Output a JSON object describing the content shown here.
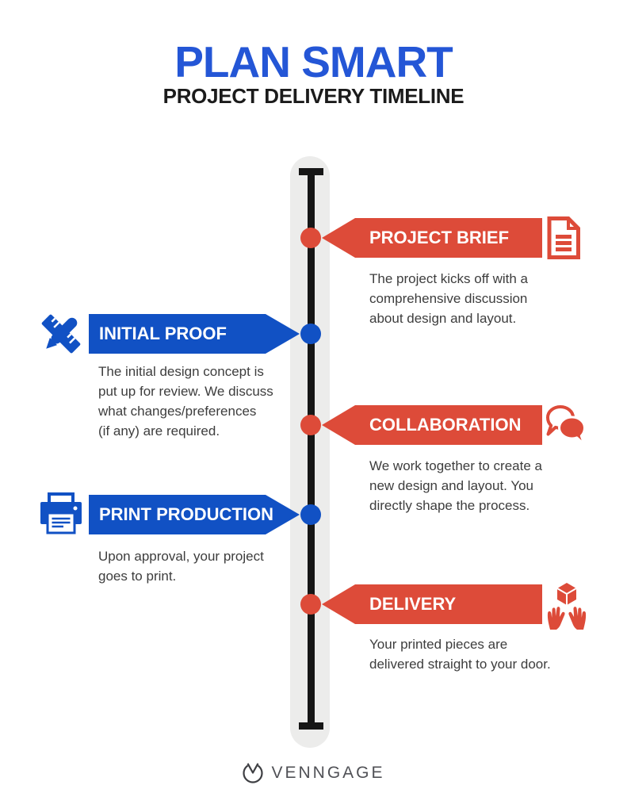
{
  "header": {
    "title": "PLAN SMART",
    "subtitle": "PROJECT DELIVERY TIMELINE"
  },
  "colors": {
    "title_blue": "#2456d6",
    "blue": "#1151c4",
    "red": "#dd4b39",
    "track": "#ececeb",
    "ink": "#161616",
    "body_text": "#3d3d3d"
  },
  "timeline": {
    "items": [
      {
        "id": "project-brief",
        "side": "right",
        "color": "red",
        "title": "PROJECT BRIEF",
        "description": "The project kicks off with a\ncomprehensive discussion\nabout design and layout.",
        "icon": "document-icon"
      },
      {
        "id": "initial-proof",
        "side": "left",
        "color": "blue",
        "title": "INITIAL PROOF",
        "description": "The initial design concept is\nput up for review. We discuss\nwhat changes/preferences\n(if any) are required.",
        "icon": "pencil-ruler-icon"
      },
      {
        "id": "collaboration",
        "side": "right",
        "color": "red",
        "title": "COLLABORATION",
        "description": "We work together to create a\nnew design and layout. You\ndirectly shape the process.",
        "icon": "speech-bubbles-icon"
      },
      {
        "id": "print-production",
        "side": "left",
        "color": "blue",
        "title": "PRINT PRODUCTION",
        "description": "Upon approval, your project\ngoes to print.",
        "icon": "printer-icon"
      },
      {
        "id": "delivery",
        "side": "right",
        "color": "red",
        "title": "DELIVERY",
        "description": "Your printed pieces are\ndelivered straight to your door.",
        "icon": "hands-box-icon"
      }
    ]
  },
  "footer": {
    "brand": "VENNGAGE",
    "logo_icon": "venngage-clock-icon"
  }
}
